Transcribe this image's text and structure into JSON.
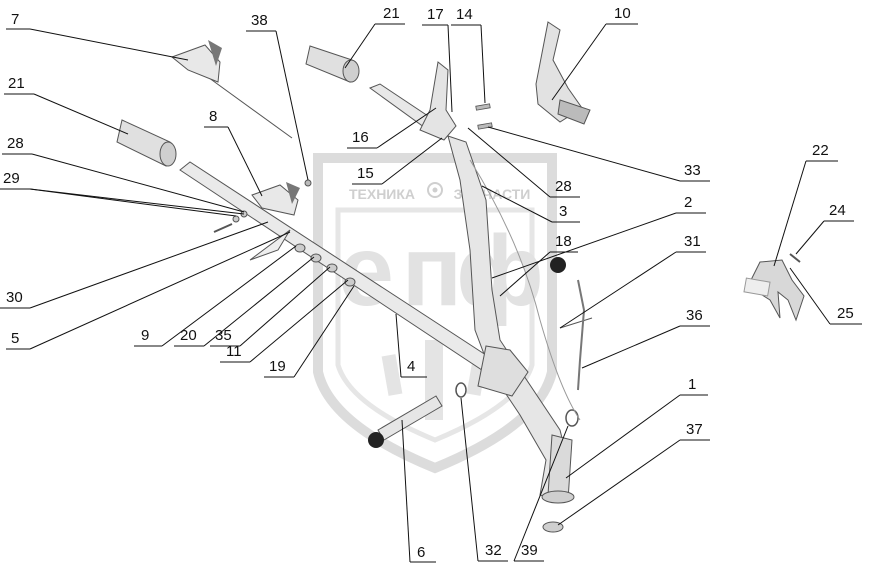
{
  "watermark": {
    "left_word": "ТЕХНИКА",
    "right_word": "ЗАПЧАСТИ",
    "big_letters": [
      "е",
      "п",
      "ф"
    ]
  },
  "colors": {
    "line": "#111111",
    "part_fill": "#e4e4e4",
    "part_stroke": "#555555",
    "watermark": "#dadada"
  },
  "labels": {
    "l7": "7",
    "l38": "38",
    "l21a": "21",
    "l17": "17",
    "l14": "14",
    "l10": "10",
    "l21b": "21",
    "l8": "8",
    "l16": "16",
    "l33": "33",
    "l28a": "28",
    "l15": "15",
    "l28b": "28",
    "l29": "29",
    "l3": "3",
    "l2": "2",
    "l22": "22",
    "l24": "24",
    "l18": "18",
    "l31": "31",
    "l30": "30",
    "l5": "5",
    "l25": "25",
    "l36": "36",
    "l9": "9",
    "l20": "20",
    "l35": "35",
    "l11": "11",
    "l4": "4",
    "l19": "19",
    "l1": "1",
    "l37": "37",
    "l6": "6",
    "l32": "32",
    "l39": "39"
  }
}
